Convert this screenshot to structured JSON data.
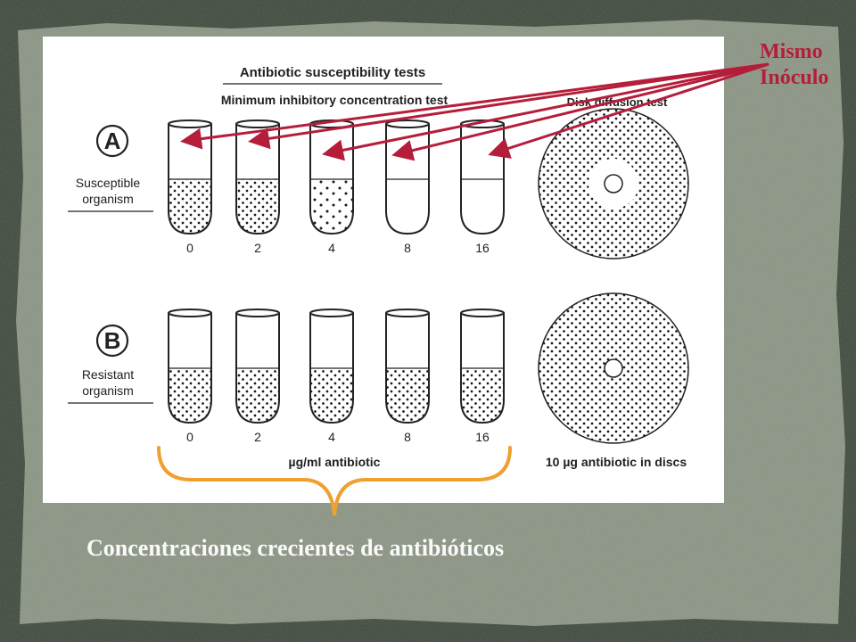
{
  "panel_title": "Antibiotic susceptibility tests",
  "mic_title": "Minimum inhibitory concentration test",
  "disk_title": "Disk diffusion test",
  "annotation": {
    "line1": "Mismo",
    "line2": "Inóculo",
    "color": "#b51e3a"
  },
  "row_a": {
    "letter": "A",
    "label_line1": "Susceptible",
    "label_line2": "organism",
    "tubes": [
      {
        "concentration": "0",
        "growth": true
      },
      {
        "concentration": "2",
        "growth": true
      },
      {
        "concentration": "4",
        "growth": true
      },
      {
        "concentration": "8",
        "growth": false
      },
      {
        "concentration": "16",
        "growth": false
      }
    ],
    "disk_inhibition_zone": true
  },
  "row_b": {
    "letter": "B",
    "label_line1": "Resistant",
    "label_line2": "organism",
    "tubes": [
      {
        "concentration": "0",
        "growth": true
      },
      {
        "concentration": "2",
        "growth": true
      },
      {
        "concentration": "4",
        "growth": true
      },
      {
        "concentration": "8",
        "growth": true
      },
      {
        "concentration": "16",
        "growth": true
      }
    ],
    "disk_inhibition_zone": false
  },
  "unit_label": "µg/ml antibiotic",
  "disc_label": "10 µg antibiotic in discs",
  "caption": "Concentraciones crecientes de antibióticos",
  "colors": {
    "brace": "#f0a030",
    "arrow": "#b51e3a",
    "background": "#3e4a3c",
    "panel": "#ffffff"
  }
}
